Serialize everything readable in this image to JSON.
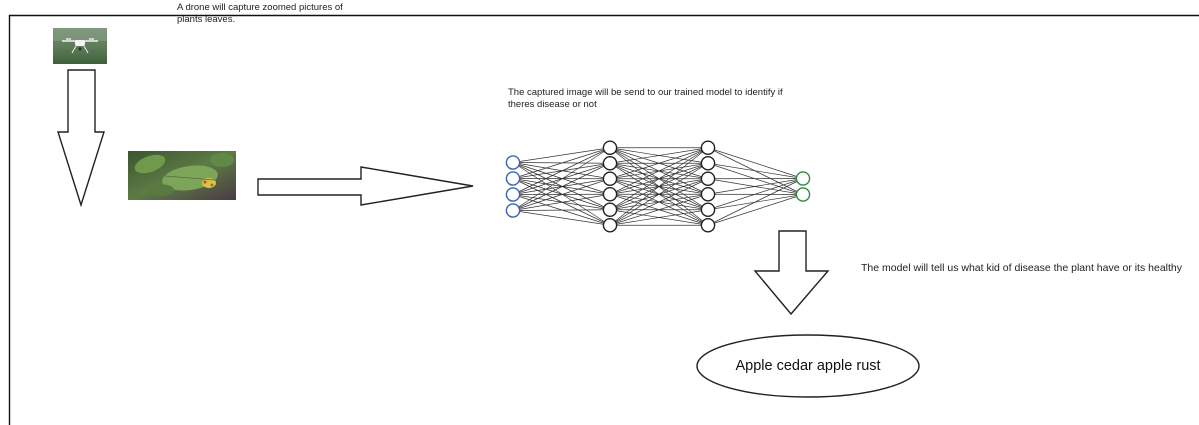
{
  "notes": {
    "drone": "A drone will capture zoomed pictures of plants leaves.",
    "model": "The captured image will be send to our trained model to identify if theres disease or not",
    "result": "The model will tell us what kid of disease the plant have or its healthy"
  },
  "result_label": "Apple cedar apple rust",
  "network": {
    "layers": [
      4,
      6,
      6,
      2
    ],
    "layer_colors": [
      "#3a63b0",
      "#222222",
      "#222222",
      "#2e8b3a"
    ]
  },
  "icons": [
    "drone-photo",
    "leaf-photo",
    "down-arrow",
    "right-arrow",
    "down-arrow"
  ]
}
